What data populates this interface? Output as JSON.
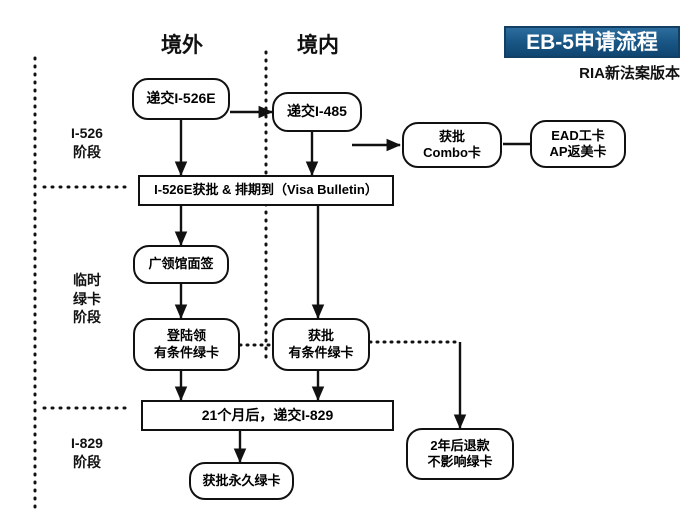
{
  "title": {
    "banner_text": "EB-5申请流程",
    "subtitle": "RIA新法案版本",
    "banner_color": "#14507f",
    "banner_text_color": "#ffffff"
  },
  "columns": [
    {
      "id": "overseas",
      "label": "境外"
    },
    {
      "id": "domestic",
      "label": "境内"
    }
  ],
  "stages": [
    {
      "id": "i526",
      "label": "I-526\n阶段"
    },
    {
      "id": "temp-gc",
      "label": "临时\n绿卡\n阶段"
    },
    {
      "id": "i829",
      "label": "I-829\n阶段"
    }
  ],
  "nodes": [
    {
      "id": "submit-i526e",
      "label": "递交I-526E",
      "shape": "pill"
    },
    {
      "id": "submit-i485",
      "label": "递交I-485",
      "shape": "pill"
    },
    {
      "id": "approved-combo",
      "label": "获批\nCombo卡",
      "shape": "pill"
    },
    {
      "id": "ead-ap",
      "label": "EAD工卡\nAP返美卡",
      "shape": "pill"
    },
    {
      "id": "i526e-approved",
      "label": "I-526E获批 & 排期到（Visa Bulletin）",
      "shape": "rect"
    },
    {
      "id": "consulate",
      "label": "广领馆面签",
      "shape": "pill"
    },
    {
      "id": "land-cond-gc",
      "label": "登陆领\n有条件绿卡",
      "shape": "pill"
    },
    {
      "id": "approved-cond-gc",
      "label": "获批\n有条件绿卡",
      "shape": "pill"
    },
    {
      "id": "submit-i829",
      "label": "21个月后，递交I-829",
      "shape": "rect"
    },
    {
      "id": "permanent-gc",
      "label": "获批永久绿卡",
      "shape": "pill"
    },
    {
      "id": "refund-2y",
      "label": "2年后退款\n不影响绿卡",
      "shape": "pill"
    }
  ],
  "colors": {
    "line": "#111111",
    "background": "#ffffff",
    "text": "#111111"
  }
}
